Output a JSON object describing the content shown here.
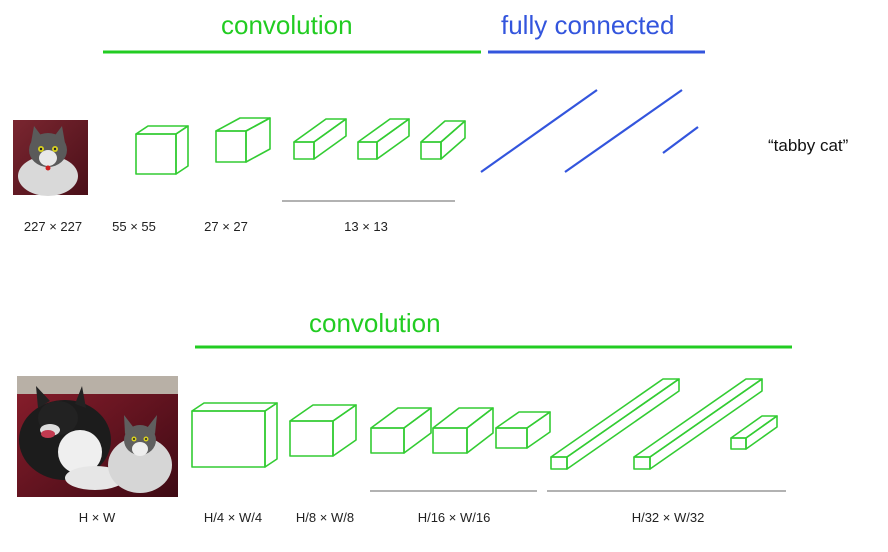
{
  "top": {
    "conv_title": "convolution",
    "fc_title": "fully connected",
    "output_label": "“tabby cat”",
    "dims": [
      "227 × 227",
      "55 × 55",
      "27 × 27",
      "13 × 13"
    ],
    "image": "cat-photo"
  },
  "bottom": {
    "conv_title": "convolution",
    "dims": [
      "H × W",
      "H/4 × W/4",
      "H/8 × W/8",
      "H/16 × W/16",
      "H/32 × W/32"
    ],
    "image": "dog-and-cat-photo"
  },
  "colors": {
    "conv": "#22cc22",
    "fc": "#3355dd",
    "bracket": "#999999"
  }
}
